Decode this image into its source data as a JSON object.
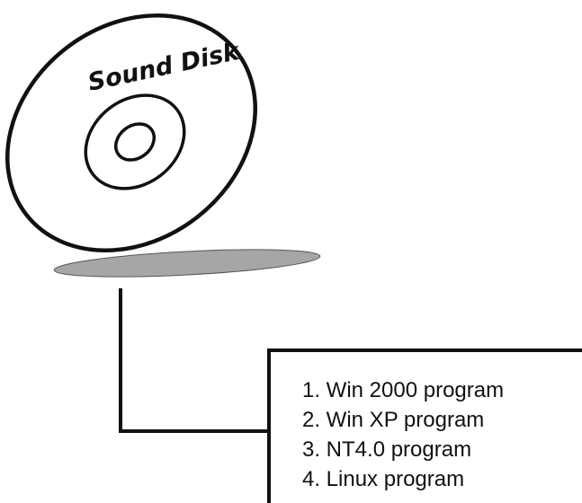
{
  "disk": {
    "label": "Sound Disk",
    "shadow_color": "#a6a6a6"
  },
  "programs": {
    "items": [
      "1. Win 2000 program",
      "2. Win XP program",
      "3. NT4.0 program",
      "4. Linux program"
    ]
  }
}
